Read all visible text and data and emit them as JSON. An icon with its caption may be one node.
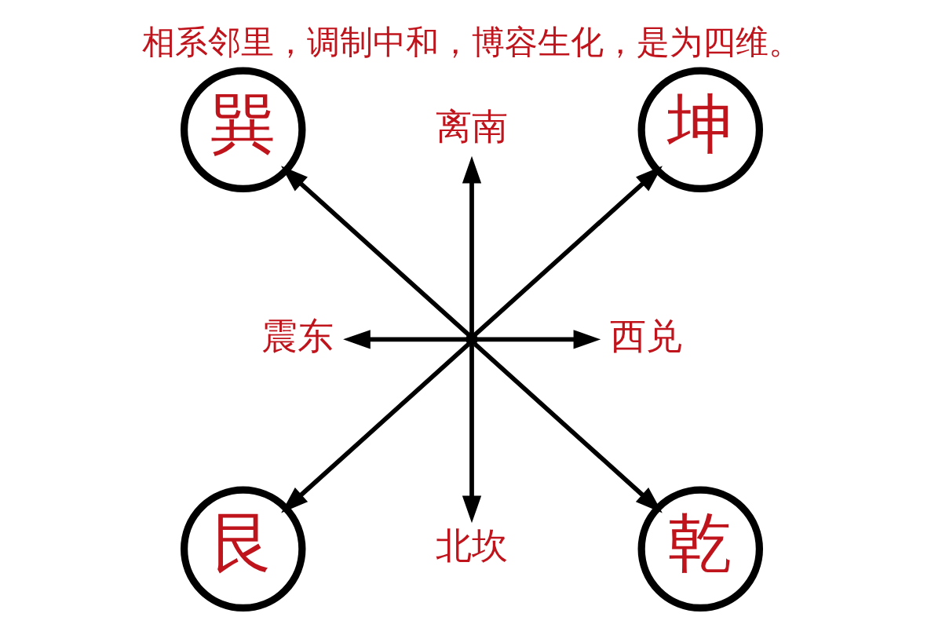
{
  "diagram": {
    "title": "相系邻里，调制中和，博容生化，是为四维。",
    "nodes": [
      {
        "text": [
          "巽"
        ]
      },
      {
        "text": [
          "离南"
        ]
      },
      {
        "text": [
          "坤"
        ]
      },
      {
        "text": [
          "震东"
        ]
      },
      {
        "text": [],
        "shape": "point"
      },
      {
        "text": [
          "西兑"
        ]
      },
      {
        "text": [
          "艮"
        ]
      },
      {
        "text": [
          "北坎"
        ]
      },
      {
        "text": [
          "乾"
        ]
      }
    ],
    "edges": [
      {
        "from": 4,
        "to": 0,
        "arrow": "to"
      },
      {
        "from": 4,
        "to": 1,
        "arrow": "to"
      },
      {
        "from": 4,
        "to": 2,
        "arrow": "to"
      },
      {
        "from": 4,
        "to": 3,
        "arrow": "to"
      },
      {
        "from": 4,
        "to": 5,
        "arrow": "to"
      },
      {
        "from": 4,
        "to": 6,
        "arrow": "to"
      },
      {
        "from": 4,
        "to": 7,
        "arrow": "to"
      },
      {
        "from": 4,
        "to": 8,
        "arrow": "to"
      }
    ]
  }
}
